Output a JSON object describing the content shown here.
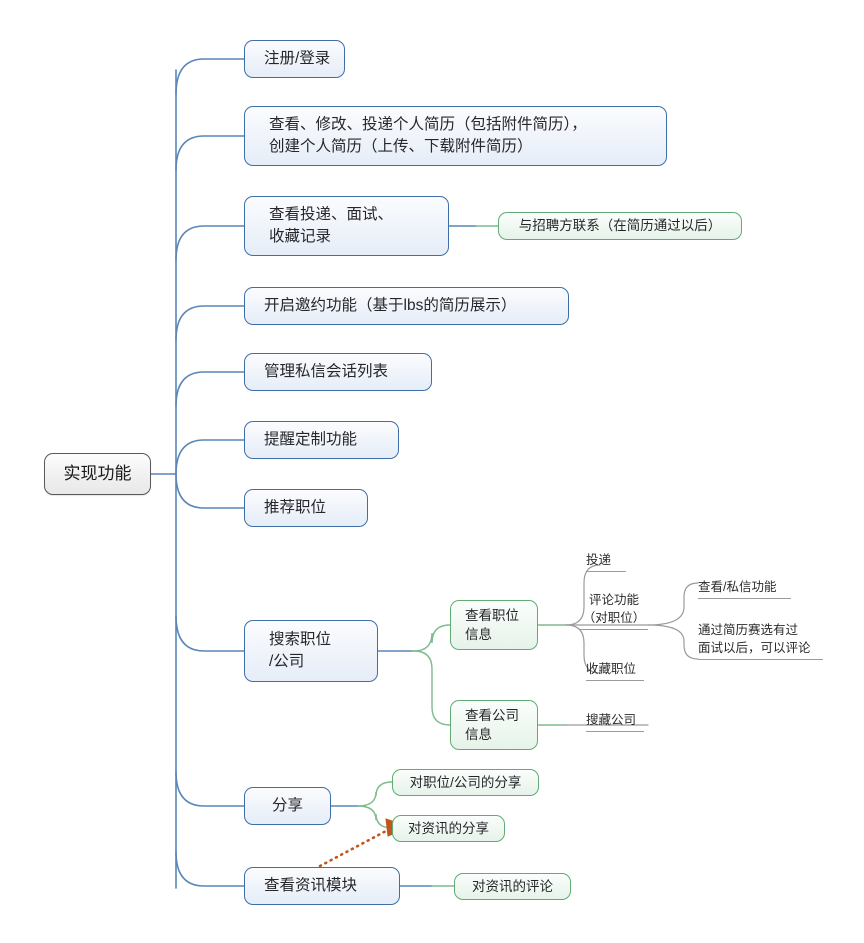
{
  "diagram": {
    "type": "mind-map",
    "title_node": "实现功能",
    "palette": {
      "root_border": "#595959",
      "root_fill": "#f0f0f0",
      "branch_blue_border": "#3f6fa8",
      "branch_blue_fill": "#eef3fa",
      "branch_green_border": "#63ab74",
      "branch_green_fill": "#eef7f0",
      "leaf_rule": "#9b9b9b",
      "wire_blue": "#5a86b8",
      "wire_green": "#7ebb8d",
      "wire_gray": "#9b9b9b",
      "arrow_orange": "#c0561c"
    }
  },
  "root": {
    "label": "实现功能"
  },
  "branches": [
    {
      "id": "b1",
      "label": "注册/登录"
    },
    {
      "id": "b2",
      "label": "查看、修改、投递个人简历（包括附件简历），\n创建个人简历（上传、下载附件简历）"
    },
    {
      "id": "b3",
      "label": "查看投递、面试、\n收藏记录"
    },
    {
      "id": "b4",
      "label": "开启邀约功能（基于lbs的简历展示）"
    },
    {
      "id": "b5",
      "label": "管理私信会话列表"
    },
    {
      "id": "b6",
      "label": "提醒定制功能"
    },
    {
      "id": "b7",
      "label": "推荐职位"
    },
    {
      "id": "b8",
      "label": "搜索职位\n/公司"
    },
    {
      "id": "b9",
      "label": "分享"
    },
    {
      "id": "b10",
      "label": "查看资讯模块"
    }
  ],
  "green_nodes": [
    {
      "id": "g1",
      "parent": "b3",
      "label": "与招聘方联系（在简历通过以后）"
    },
    {
      "id": "g2",
      "parent": "b8",
      "label": "查看职位\n信息"
    },
    {
      "id": "g3",
      "parent": "b8",
      "label": "查看公司\n信息"
    },
    {
      "id": "g4",
      "parent": "b9",
      "label": "对职位/公司的分享"
    },
    {
      "id": "g5",
      "parent": "b9",
      "label": "对资讯的分享"
    },
    {
      "id": "g6",
      "parent": "b10",
      "label": "对资讯的评论"
    }
  ],
  "leaf_labels": [
    {
      "id": "l1",
      "parent": "g2",
      "label": "投递"
    },
    {
      "id": "l2",
      "parent": "g2",
      "label": "评论功能\n（对职位）"
    },
    {
      "id": "l3",
      "parent": "g2",
      "label": "收藏职位"
    },
    {
      "id": "l4",
      "parent": "g3",
      "label": "搜藏公司"
    },
    {
      "id": "l5",
      "parent": "l2",
      "label": "查看/私信功能"
    },
    {
      "id": "l6",
      "parent": "l2",
      "label": "通过简历赛选有过\n面试以后，可以评论"
    }
  ],
  "annotations": [
    {
      "id": "a1",
      "kind": "dotted-arrow",
      "from": "查看资讯模块",
      "to": "对资讯的分享",
      "color": "#c0561c"
    }
  ]
}
